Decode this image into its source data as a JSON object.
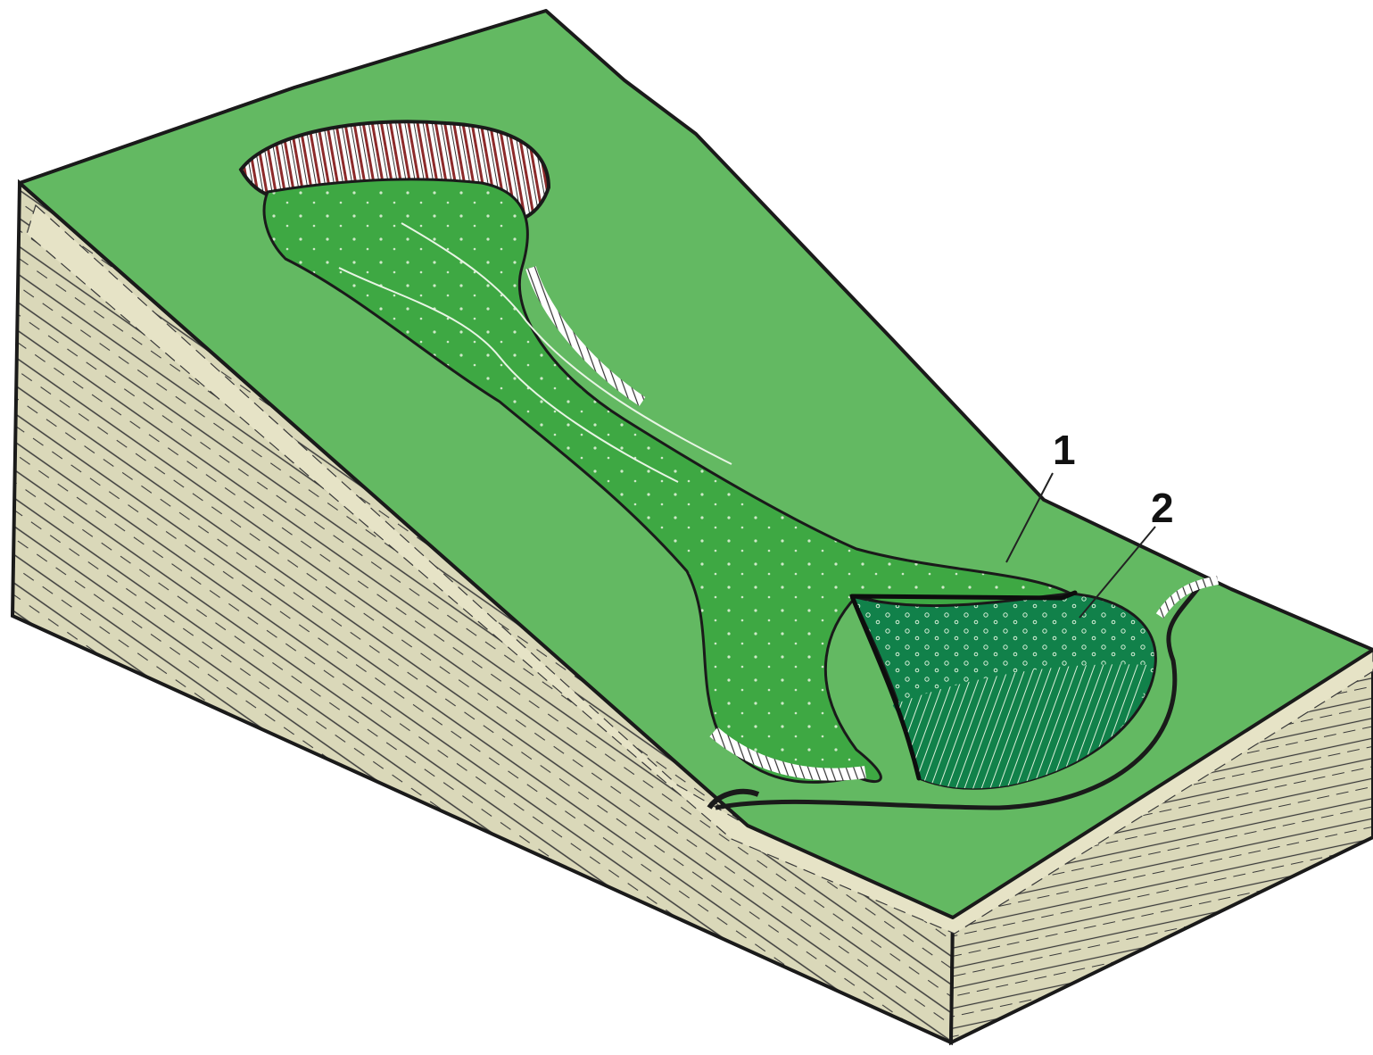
{
  "callouts": [
    {
      "id": "1",
      "label": "1"
    },
    {
      "id": "2",
      "label": "2"
    }
  ],
  "colors": {
    "surface": "#63b962",
    "slide_body": "#3ea843",
    "toe_zone": "#11814a",
    "scarp_red": "#8c2a2a",
    "bedrock": "#dad8b9",
    "outline": "#1a1a1a",
    "background": "#ffffff"
  }
}
